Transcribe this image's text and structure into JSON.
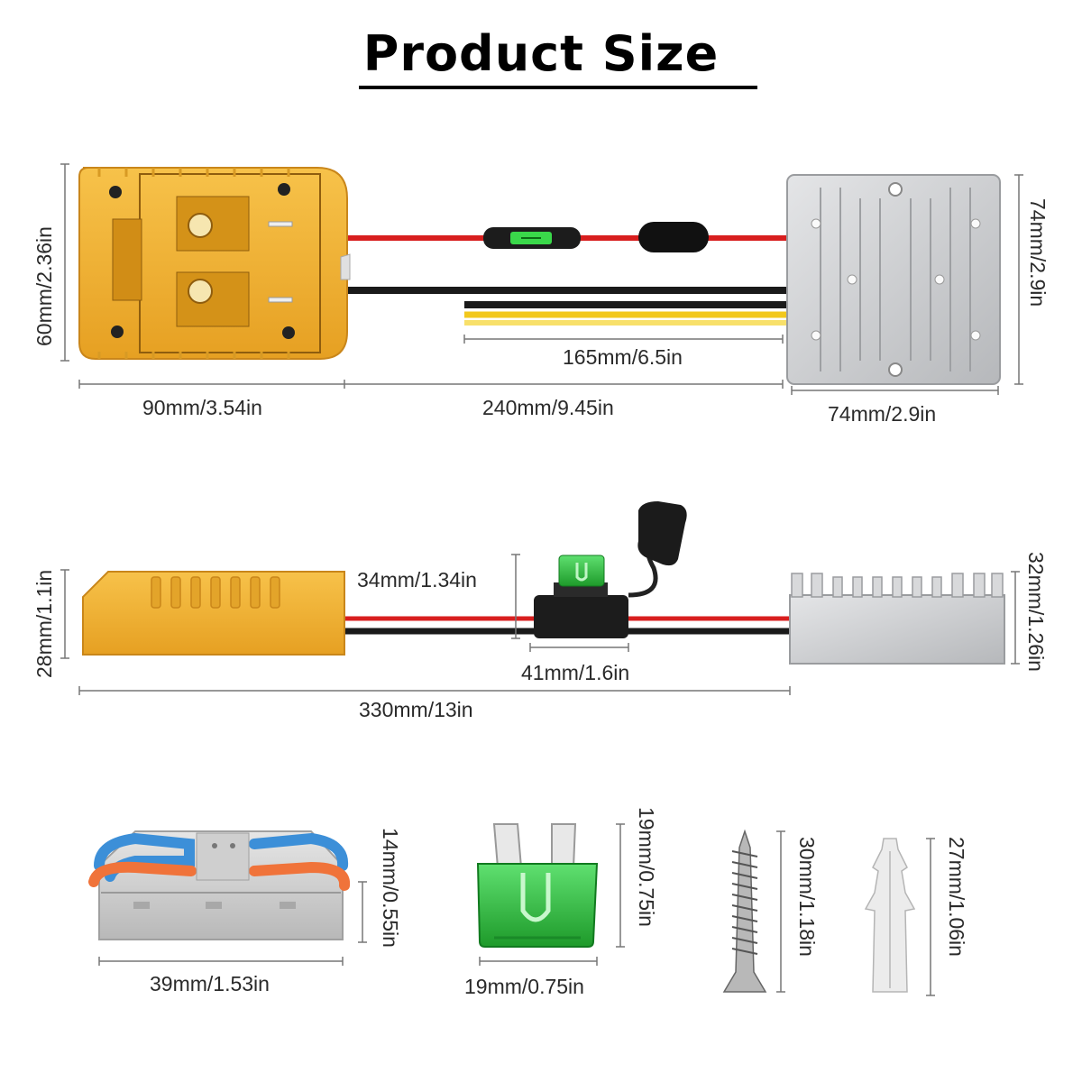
{
  "title": "Product Size",
  "top_view": {
    "height_label": "60mm/2.36in",
    "adapter_width_label": "90mm/3.54in",
    "cable_length_label": "240mm/9.45in",
    "output_wire_label": "165mm/6.5in",
    "converter_height_label": "74mm/2.9in",
    "converter_width_label": "74mm/2.9in"
  },
  "side_view": {
    "adapter_height_label": "28mm/1.1in",
    "fuse_holder_height_label": "34mm/1.34in",
    "fuse_holder_length_label": "41mm/1.6in",
    "total_length_label": "330mm/13in",
    "converter_height_label": "32mm/1.26in"
  },
  "accessories": {
    "connector_width_label": "39mm/1.53in",
    "connector_height_label": "14mm/0.55in",
    "fuse_width_label": "19mm/0.75in",
    "fuse_height_label": "19mm/0.75in",
    "screw_length_label": "30mm/1.18in",
    "anchor_length_label": "27mm/1.06in"
  },
  "colors": {
    "adapter_yellow": "#f0b030",
    "wire_red": "#d81e1e",
    "wire_black": "#1a1a1a",
    "converter_silver": "#c9cbce",
    "fuse_green": "#2fbf3a",
    "connector_blue": "#3c8fd8",
    "connector_orange": "#f0733a"
  }
}
